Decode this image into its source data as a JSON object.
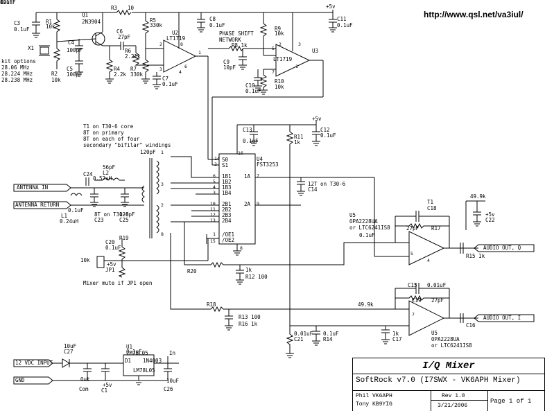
{
  "url": "http://www.qsl.net/va3iul/",
  "title_block": {
    "title": "I/Q Mixer",
    "subtitle": "SoftRock v7.0 (I7SWX - VK6APH  Mixer)",
    "author1": "Phil VK6APH",
    "author2": "Tony KB9YIG",
    "rev": "Rev 1.0",
    "date": "3/21/2006",
    "page": "Page 1 of 1"
  },
  "ports": {
    "antenna_in": "ANTENNA IN",
    "antenna_return": "ANTENNA RETURN",
    "vdc_input": "12 VDC INPUT",
    "gnd": "GND",
    "audio_q": "AUDIO OUT, Q",
    "audio_i": "AUDIO OUT, I"
  },
  "notes": {
    "kit": "kit options\n28.06 MHz\n28.224 MHz\n28.238 MHz",
    "t1": "T1 on T30-6 core\n8T on primary\n8T on each of four\nsecondary \"bifilar\" windings",
    "mute": "Mixer mute if JP1 open",
    "phase": "PHASE SHIFT\nNETWORK",
    "u5a": "U5\nOPA2228UA\nor LTC6241IS8",
    "u5b": "U5\nOPA2228UA\nor LTC6241IS8",
    "u1": "U1\nLM78L05"
  },
  "labels": [
    "C3",
    "0.1uF",
    "R1",
    "10k",
    "Q1",
    "2N3904",
    "R3",
    "10",
    "R5",
    "330k",
    "C8",
    "0.1uF",
    "+5v",
    "C11",
    "0.1uF",
    "X1",
    "C4",
    "100pF",
    "C6",
    "27pF",
    "U2",
    "LT1719",
    "R9",
    "10k",
    "R8 1k",
    "C9",
    "10pF",
    "U3",
    "LT1719",
    "R6",
    "2.21k",
    "R2",
    "10k",
    "C5",
    "100pF",
    "R4",
    "2.2k",
    "R7",
    "330k",
    "C7",
    "0.1uF",
    "C10",
    "0.1uF",
    "R10",
    "10k",
    "+5v",
    "C13",
    "0.1uF",
    "R11",
    "1k",
    "C12",
    "0.1uF",
    "U4",
    "FST3253",
    "S0",
    "S1",
    "1B1",
    "1B2",
    "1B3",
    "1B4",
    "2B1",
    "2B2",
    "2B3",
    "2B4",
    "/OE1",
    "/OE2",
    "1A",
    "2A",
    "C24",
    "56pF",
    "L2",
    "0.52uH",
    "12T on T30-6",
    "C14",
    "0.1uF",
    "L1",
    "0.24uH",
    "8T on T30-6",
    "C23",
    "120pF",
    "C25",
    "120pF",
    "T1",
    "C18",
    "27pF",
    "R17",
    "49.9k",
    "+5v",
    "C22",
    "0.1uF",
    "R15 1k",
    "C20",
    "0.1uF",
    "R19",
    "10k",
    "+5v",
    "JP1",
    "R20",
    "1k",
    "R12 100",
    "C15",
    "0.01uF",
    "C19",
    "27pF",
    "R18",
    "49.9k",
    "R13 100",
    "R16 1k",
    "C16",
    "0.01uF",
    "C21",
    "0.1uF",
    "R14",
    "1k",
    "C17",
    "10uF",
    "C27",
    "0.1uF",
    "D1",
    "1N4003",
    "LM78L05",
    "In",
    "Out",
    "Com",
    "+5v",
    "C1",
    "10uF",
    "C26",
    "0.1uF",
    "C2",
    "10uF"
  ],
  "pin_numbers": [
    "14",
    "2",
    "16",
    "6",
    "5",
    "4",
    "3",
    "10",
    "11",
    "12",
    "13",
    "1",
    "15",
    "8",
    "7",
    "9",
    "2",
    "3",
    "8",
    "1",
    "4",
    "6",
    "5",
    "7",
    "3",
    "2",
    "1",
    "1",
    "3",
    "2",
    "8",
    "5",
    "4",
    "7"
  ]
}
